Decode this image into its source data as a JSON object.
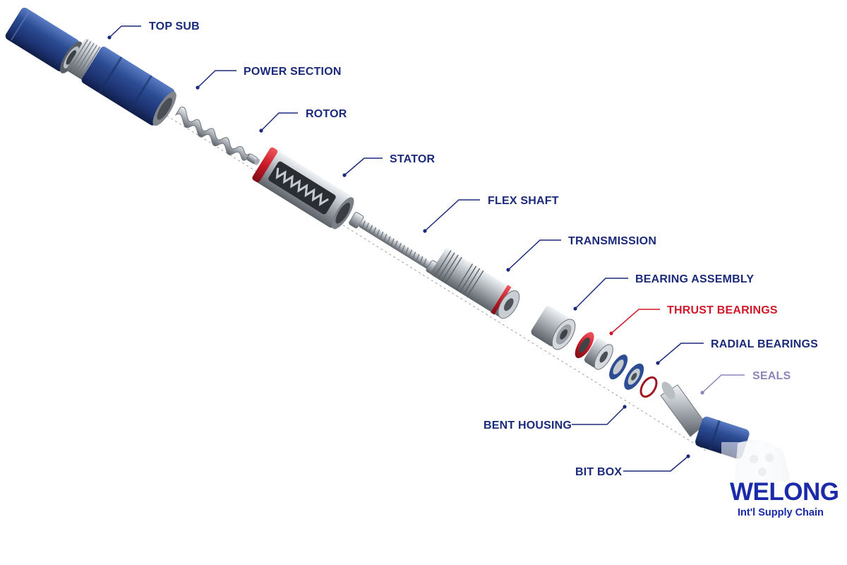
{
  "labels": {
    "top_sub": "TOP SUB",
    "power_section": "POWER SECTION",
    "rotor": "ROTOR",
    "stator": "STATOR",
    "flex_shaft": "FLEX SHAFT",
    "transmission": "TRANSMISSION",
    "bearing_assembly": "BEARING ASSEMBLY",
    "thrust_bearings": "THRUST BEARINGS",
    "radial_bearings": "RADIAL BEARINGS",
    "seals": "SEALS",
    "bent_housing": "BENT HOUSING",
    "bit_box": "BIT BOX"
  },
  "logo": {
    "name": "WELONG",
    "tagline": "Int'l Supply Chain"
  },
  "colors": {
    "label_navy": "#1b2a7a",
    "thrust_red": "#d0182a",
    "seals_lavender": "#8a86b8",
    "housing_blue": "#233d7e",
    "steel": "#9aa1a8"
  }
}
